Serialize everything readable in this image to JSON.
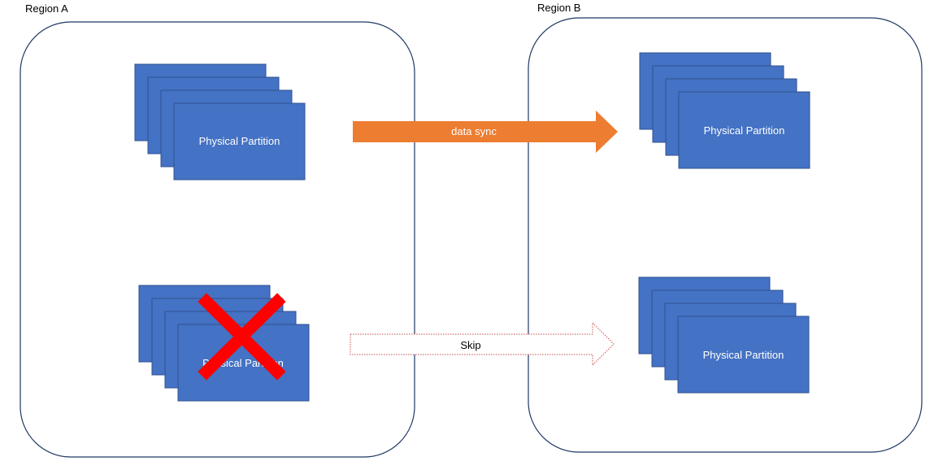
{
  "regions": {
    "a": {
      "label": "Region A"
    },
    "b": {
      "label": "Region B"
    }
  },
  "partitions": {
    "a_top": {
      "label": "Physical Partition",
      "failed": false
    },
    "a_bottom": {
      "label": "Physical Partition",
      "failed": true
    },
    "b_top": {
      "label": "Physical Partition",
      "failed": false
    },
    "b_bottom": {
      "label": "Physical Partition",
      "failed": false
    }
  },
  "arrows": {
    "sync": {
      "label": "data sync"
    },
    "skip": {
      "label": "Skip"
    }
  },
  "colors": {
    "partition_fill": "#4472C4",
    "partition_stroke": "#2F528F",
    "region_stroke": "#1F3864",
    "sync_arrow": "#ED7D31",
    "skip_arrow_stroke": "#C0504D",
    "fail_mark": "#FF0000"
  }
}
